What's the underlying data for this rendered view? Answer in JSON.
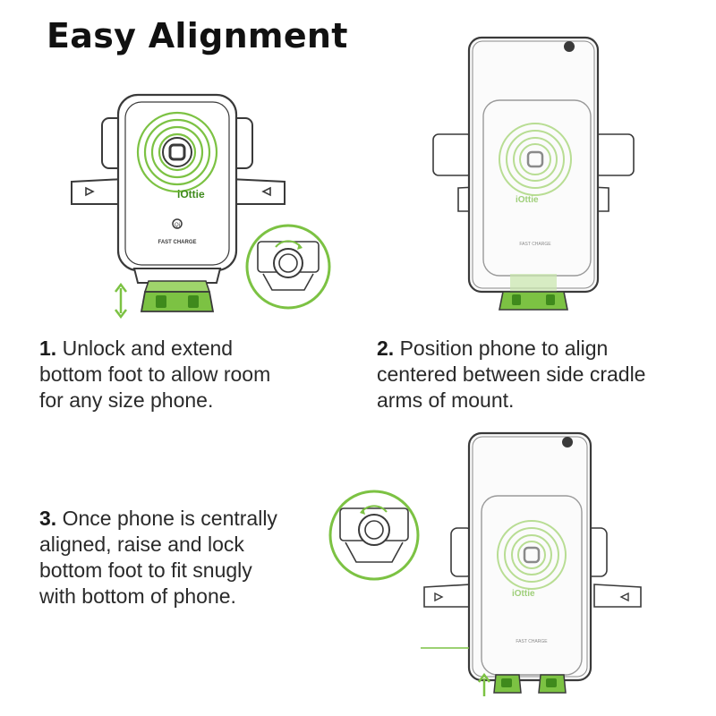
{
  "page": {
    "title": "Easy Alignment"
  },
  "steps": [
    {
      "number": "1.",
      "lines": [
        "Unlock and extend",
        "bottom foot to allow room",
        "for any size phone."
      ]
    },
    {
      "number": "2.",
      "lines": [
        "Position phone to align",
        "centered between side cradle",
        "arms of mount."
      ]
    },
    {
      "number": "3.",
      "lines": [
        "Once phone is centrally",
        "aligned, raise and lock",
        "bottom foot to fit snugly",
        "with bottom of phone."
      ]
    }
  ],
  "product": {
    "brand_label": "iOttie",
    "qi_label": "Qi",
    "charge_label": "FAST CHARGE"
  },
  "colors": {
    "accent_green": "#7cc243",
    "dark_green": "#3f8a1c",
    "outline": "#3a3a3a",
    "text": "#2a2a2a"
  },
  "icons": {
    "extend_arrow": "double-vertical-arrow-icon",
    "raise_arrow": "up-arrow-icon",
    "release_dial": "rotate-dial-icon"
  }
}
